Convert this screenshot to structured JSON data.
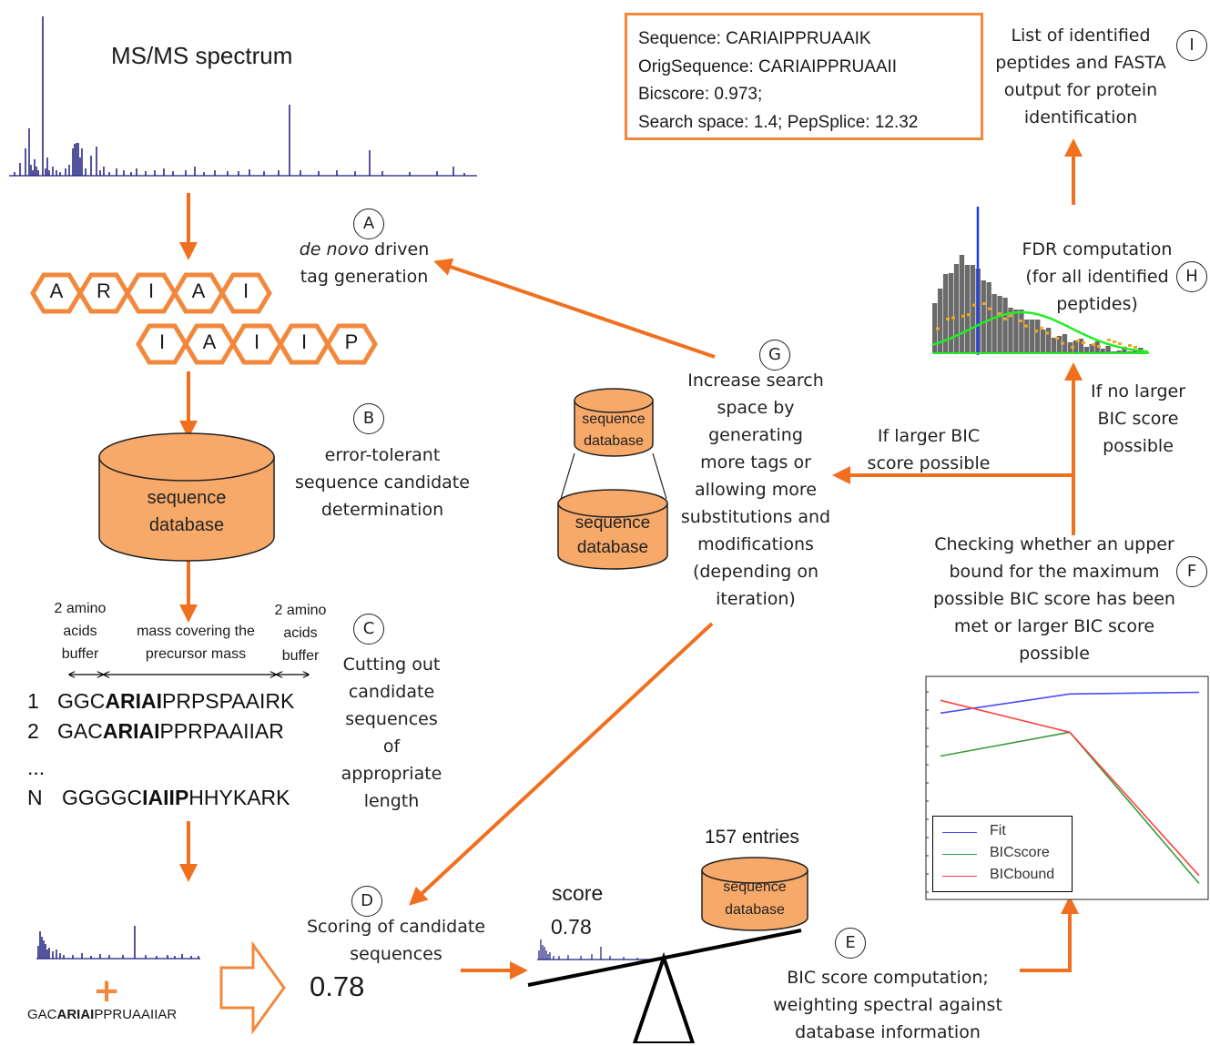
{
  "spectrum_title": "MS/MS spectrum",
  "steps": {
    "A": {
      "letter": "A",
      "label_italic": "de novo",
      "label_rest": " driven",
      "label_line2": "tag generation"
    },
    "B": {
      "letter": "B",
      "lines": [
        "error-tolerant",
        "sequence candidate",
        "determination"
      ]
    },
    "C": {
      "letter": "C",
      "lines": [
        "Cutting out",
        "candidate",
        "sequences",
        "of",
        "appropriate",
        "length"
      ]
    },
    "D": {
      "letter": "D",
      "lines": [
        "Scoring of candidate",
        "sequences"
      ]
    },
    "E": {
      "letter": "E",
      "lines": [
        "BIC score computation;",
        "weighting spectral against",
        "database information"
      ]
    },
    "F": {
      "letter": "F",
      "lines": [
        "Checking whether an upper",
        "bound for the maximum",
        "possible BIC score has been",
        "met  or larger BIC score",
        "possible"
      ]
    },
    "G": {
      "letter": "G",
      "lines": [
        "Increase search",
        "space by",
        "generating",
        "more tags or",
        "allowing more",
        "substitutions  and",
        "modifications",
        "(depending on",
        "iteration)"
      ]
    },
    "H": {
      "letter": "H",
      "lines": [
        "FDR computation",
        "(for all identified",
        "peptides)"
      ]
    },
    "I": {
      "letter": "I",
      "lines": [
        "List of identified",
        "peptides and FASTA",
        "output for protein",
        "identification"
      ]
    }
  },
  "tags": {
    "row1": [
      "A",
      "R",
      "I",
      "A",
      "I"
    ],
    "row2": [
      "I",
      "A",
      "I",
      "I",
      "P"
    ]
  },
  "database_label": "sequence database",
  "database_line1": "sequence",
  "database_line2": "database",
  "buffer_left": [
    "2 amino",
    "acids",
    "buffer"
  ],
  "buffer_mid": [
    "mass covering  the",
    "precursor mass"
  ],
  "buffer_right": [
    "2 amino",
    "acids",
    "buffer"
  ],
  "candidates": [
    {
      "index": "1",
      "prefix": "GGC",
      "bold": "ARIAI",
      "suffix": "PRPSPAAIRK"
    },
    {
      "index": "2",
      "prefix": "GAC",
      "bold": "ARIAI",
      "suffix": "PPRPAAIIAR"
    },
    {
      "index": "...",
      "prefix": "",
      "bold": "",
      "suffix": ""
    },
    {
      "index": "N",
      "prefix": "GGGGC",
      "bold": "IAIIP",
      "suffix": "HHYKARK"
    }
  ],
  "plus_sign": "+",
  "small_seq": {
    "prefix": "GAC",
    "bold": "ARIAI",
    "suffix": "PPRUAAIIAR"
  },
  "score_value": "0.78",
  "score_label": "score",
  "score_small_value": "0.78",
  "entries_label": "157 entries",
  "branch_larger": [
    "If  larger BIC",
    "score possible"
  ],
  "branch_nolarger": [
    "If no larger",
    "BIC score",
    "possible"
  ],
  "result_box": [
    "Sequence: CARIAIPPRUAAIK",
    "OrigSequence: CARIAIPPRUAAII",
    "Bicscore: 0.973;",
    "Search space: 1.4;  PepSplice: 12.32"
  ],
  "chart_data": [
    {
      "type": "line",
      "x": [
        0,
        1,
        2
      ],
      "series": [
        {
          "name": "Fit",
          "color": "#4a4aff",
          "values": [
            0.62,
            0.74,
            0.75
          ]
        },
        {
          "name": "BICscore",
          "color": "#3a9a3a",
          "values": [
            0.35,
            0.5,
            -0.45
          ]
        },
        {
          "name": "BICbound",
          "color": "#ff4040",
          "values": [
            0.7,
            0.5,
            -0.4
          ]
        }
      ],
      "legend_position": "bottom-left",
      "grid": false,
      "ylim": [
        -0.55,
        0.85
      ]
    },
    {
      "type": "bar",
      "overlays": [
        "cutoff line (blue)",
        "fitted curve (green)",
        "decoy distribution (orange)"
      ],
      "grid": false
    }
  ],
  "colors": {
    "accent": "#f2883c",
    "accent_fill": "#f7a96a",
    "spectrum": "#1a1a7a",
    "arrow": "#f07020"
  }
}
